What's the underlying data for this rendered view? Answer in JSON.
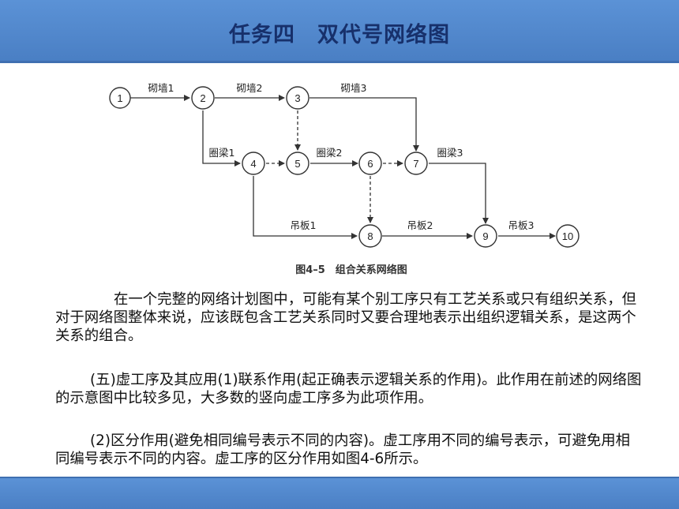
{
  "header": {
    "title": "任务四　双代号网络图"
  },
  "diagram": {
    "caption": "图4–5　组合关系网络图",
    "nodes": [
      "1",
      "2",
      "3",
      "4",
      "5",
      "6",
      "7",
      "8",
      "9",
      "10"
    ],
    "activities": [
      "砌墙1",
      "砌墙2",
      "砌墙3",
      "圈梁1",
      "圈梁2",
      "圈梁3",
      "吊板1",
      "吊板2",
      "吊板3"
    ]
  },
  "paragraphs": [
    "在一个完整的网络计划图中，可能有某个别工序只有工艺关系或只有组织关系，但对于网络图整体来说，应该既包含工艺关系同时又要合理地表示出组织逻辑关系，是这两个关系的组合。",
    "(五)虚工序及其应用(1)联系作用(起正确表示逻辑关系的作用)。此作用在前述的网络图的示意图中比较多见，大多数的竖向虚工序多为此项作用。",
    "(2)区分作用(避免相同编号表示不同的内容)。虚工序用不同的编号表示，可避免用相同编号表示不同的内容。虚工序的区分作用如图4-6所示。"
  ],
  "colors": {
    "header": "#4f86cb",
    "title": "#17306b"
  }
}
